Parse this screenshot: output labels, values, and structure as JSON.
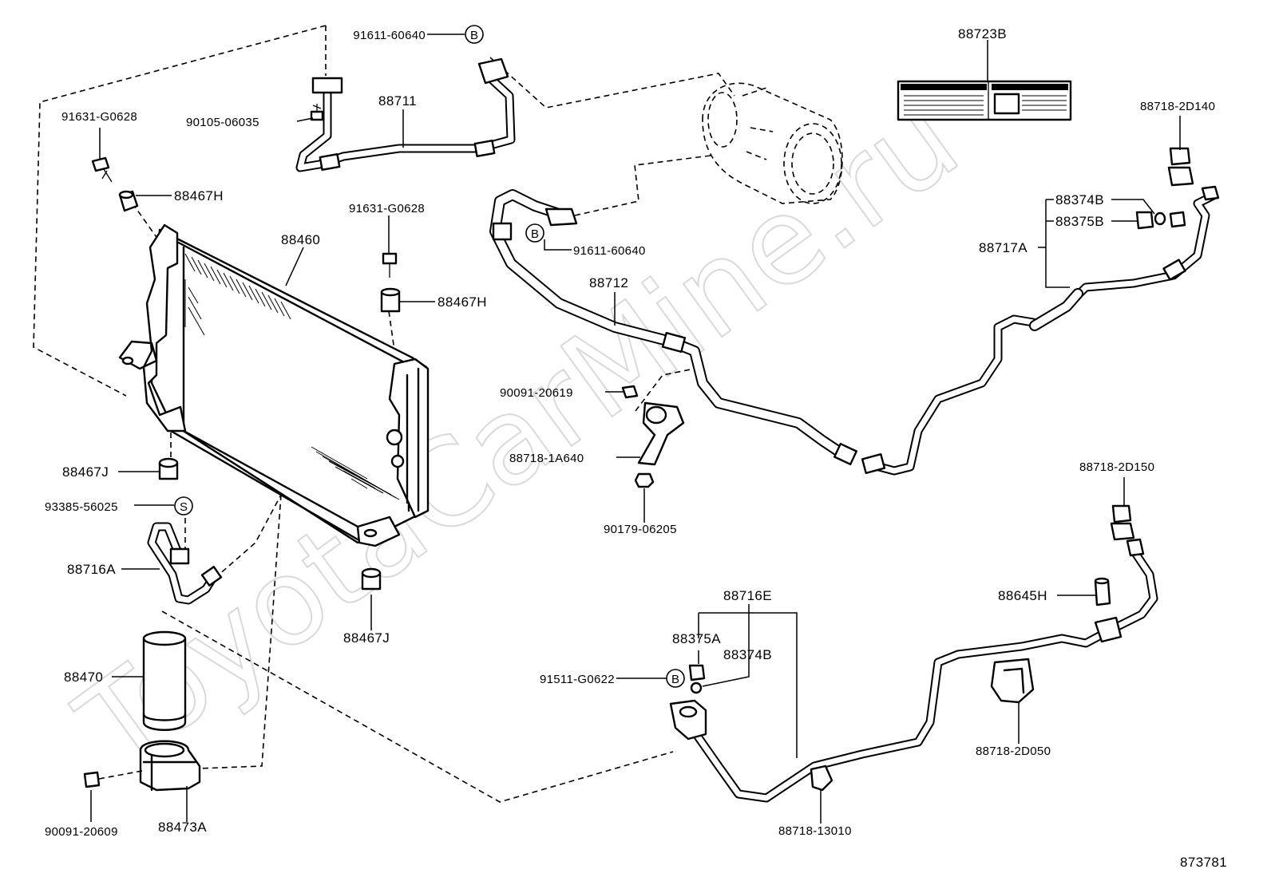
{
  "watermark": "ToyotaCarMine.ru",
  "diagram_id": "873781",
  "callouts": {
    "p91611_top": "91611-60640",
    "p90105": "90105-06035",
    "p88711": "88711",
    "p91631_left": "91631-G0628",
    "p88467h_left": "88467H",
    "p88460": "88460",
    "p91631_mid": "91631-G0628",
    "p88467h_mid": "88467H",
    "p88467j_left": "88467J",
    "p93385": "93385-56025",
    "p88716a": "88716A",
    "p88467j_bottom": "88467J",
    "p88470": "88470",
    "p90091_20609": "90091-20609",
    "p88473a": "88473A",
    "p91611_mid": "91611-60640",
    "p88712": "88712",
    "p90091_20619": "90091-20619",
    "p88718_1a640": "88718-1A640",
    "p90179": "90179-06205",
    "p88723b": "88723B",
    "p88718_2d140": "88718-2D140",
    "p88374b_top": "88374B",
    "p88375b": "88375B",
    "p88717a": "88717A",
    "p88718_2d150": "88718-2D150",
    "p88645h": "88645H",
    "p88716e": "88716E",
    "p88375a": "88375A",
    "p88374b_bottom": "88374B",
    "p91511": "91511-G0622",
    "p88718_2d050": "88718-2D050",
    "p88718_13010": "88718-13010"
  },
  "markers": {
    "b1": "B",
    "b2": "B",
    "b3": "B",
    "s1": "S"
  }
}
